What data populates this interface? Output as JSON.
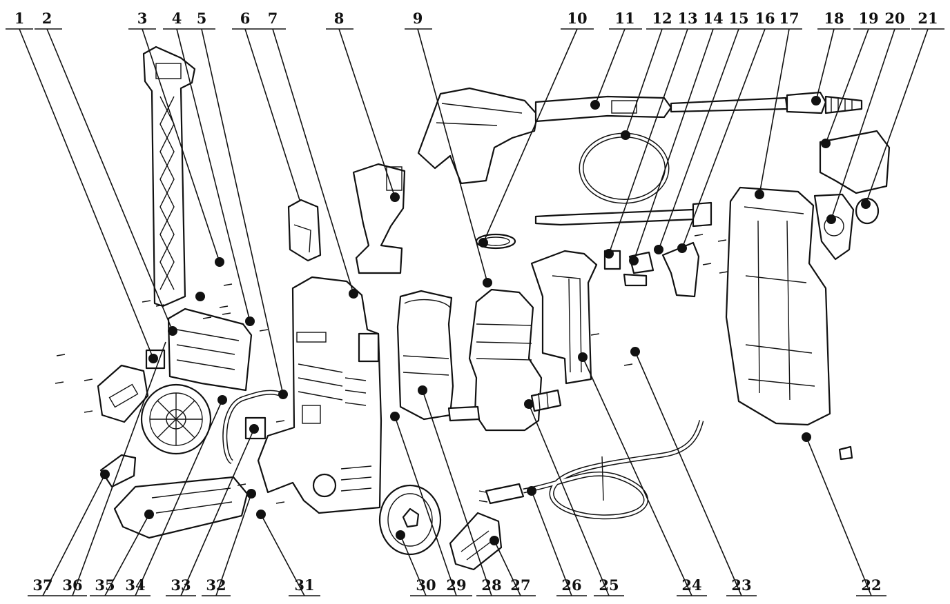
{
  "diagram": {
    "top_labels": [
      "1",
      "2",
      "3",
      "4",
      "5",
      "6",
      "7",
      "8",
      "9",
      "10",
      "11",
      "12",
      "13",
      "14",
      "15",
      "16",
      "17",
      "18",
      "19",
      "20",
      "21"
    ],
    "bottom_labels": [
      "37",
      "36",
      "35",
      "34",
      "33",
      "32",
      "31",
      "30",
      "29",
      "28",
      "27",
      "26",
      "25",
      "24",
      "23",
      "22"
    ]
  }
}
